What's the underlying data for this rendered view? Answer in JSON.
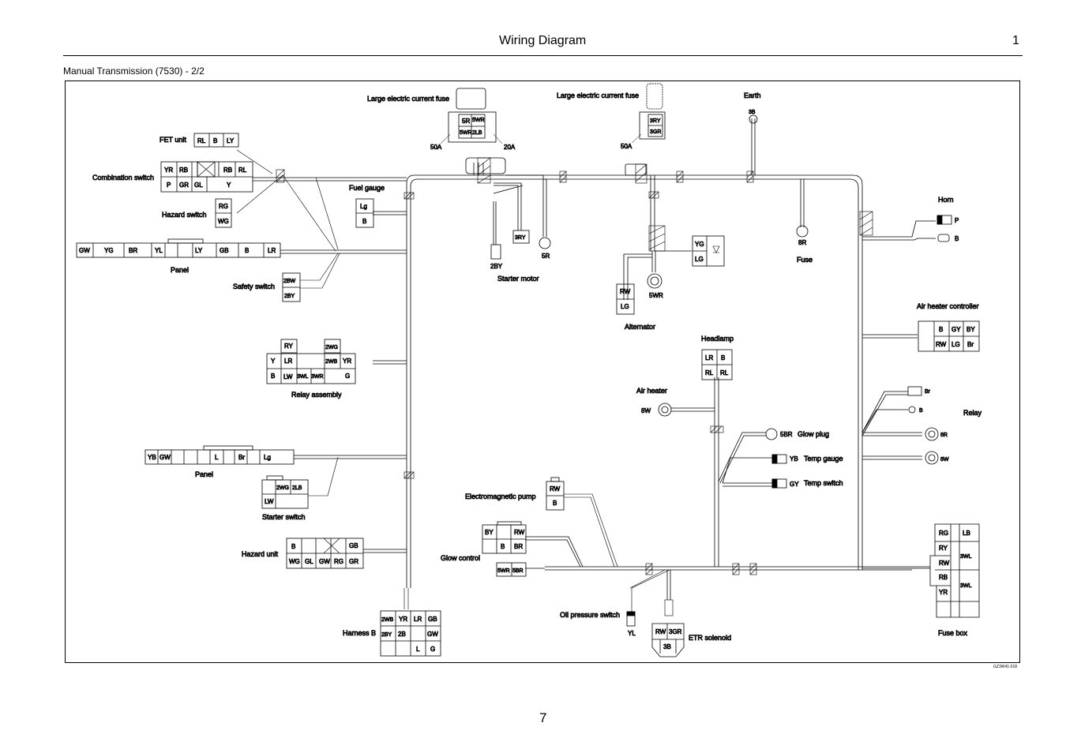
{
  "header": {
    "title": "Wiring Diagram",
    "page_number": "1"
  },
  "subtitle": "Manual Transmission (7530) - 2/2",
  "footer": {
    "figure_code": "GZ3W41-018",
    "page_number": "7"
  },
  "components": {
    "fuse1": {
      "label": "Large electric current fuse",
      "rating_left": "50A",
      "rating_right": "20A",
      "cells": [
        "5R",
        "5WR",
        "5WR",
        "2LB"
      ]
    },
    "fuse2": {
      "label": "Large electric current fuse",
      "rating": "50A",
      "cells": [
        "3RY",
        "3GR"
      ]
    },
    "earth": {
      "label": "Earth",
      "wire": "3B"
    },
    "fet_unit": {
      "label": "FET unit",
      "cells": [
        "RL",
        "B",
        "LY"
      ]
    },
    "combination_switch": {
      "label": "Combination switch",
      "row1": [
        "YR",
        "RB",
        "",
        "RB",
        "RL"
      ],
      "row2": [
        "P",
        "GR",
        "GL",
        "",
        "Y"
      ]
    },
    "hazard_switch": {
      "label": "Hazard switch",
      "cells": [
        "RG",
        "WG"
      ]
    },
    "fuel_gauge": {
      "label": "Fuel gauge",
      "cells": [
        "Lg",
        "B"
      ]
    },
    "panel1": {
      "label": "Panel",
      "cells": [
        "GW",
        "YG",
        "BR",
        "YL",
        "",
        "LY",
        "GB",
        "B",
        "LR"
      ]
    },
    "safety_switch": {
      "label": "Safety switch",
      "cells": [
        "2BW",
        "2BY"
      ]
    },
    "starter_motor": {
      "label": "Starter motor",
      "wires": [
        "3RY",
        "5R",
        "2BY"
      ]
    },
    "alternator": {
      "label": "Alternator",
      "wires": [
        "YG",
        "LG",
        "RW",
        "LG",
        "5WR"
      ]
    },
    "fuse_8r": {
      "label": "Fuse",
      "wire": "8R"
    },
    "horn": {
      "label": "Horn",
      "wires": [
        "P",
        "B"
      ]
    },
    "air_heater_controller": {
      "label": "Air heater controller",
      "row1": [
        "B",
        "GY",
        "BY"
      ],
      "row2": [
        "RW",
        "LG",
        "Br"
      ]
    },
    "relay_assembly": {
      "label": "Relay assembly",
      "top": [
        "RY",
        "2WG"
      ],
      "mid": [
        "Y",
        "LR",
        "2WB",
        "YR"
      ],
      "bot": [
        "B",
        "LW",
        "3WL",
        "3WR",
        "G"
      ]
    },
    "headlamp": {
      "label": "Headlamp",
      "cells": [
        "LR",
        "B",
        "RL",
        "RL"
      ]
    },
    "air_heater": {
      "label": "Air heater",
      "wire": "8W"
    },
    "relay": {
      "label": "Relay",
      "wires": [
        "Br",
        "B",
        "8R",
        "8W"
      ]
    },
    "glow_plug": {
      "label": "Glow plug",
      "wire": "5BR"
    },
    "temp_gauge": {
      "label": "Temp gauge",
      "wire": "YB"
    },
    "temp_switch": {
      "label": "Temp switch",
      "wire": "GY"
    },
    "panel2": {
      "label": "Panel",
      "cells": [
        "YB",
        "GW",
        "",
        "",
        "L",
        "",
        "Br",
        "",
        "Lg"
      ]
    },
    "starter_switch": {
      "label": "Starter switch",
      "cells": [
        "2WG",
        "2LB",
        "LW"
      ]
    },
    "electromagnetic_pump": {
      "label": "Electromagnetic pump",
      "cells": [
        "RW",
        "B"
      ]
    },
    "hazard_unit": {
      "label": "Hazard unit",
      "row1": [
        "B",
        "",
        "",
        "",
        "GB"
      ],
      "row2": [
        "WG",
        "GL",
        "GW",
        "RG",
        "GR"
      ]
    },
    "glow_control": {
      "label": "Glow control",
      "row1": [
        "BY",
        "",
        "RW"
      ],
      "row2": [
        "",
        "B",
        "BR"
      ],
      "row3": [
        "5WR",
        "5BR"
      ]
    },
    "oil_pressure_switch": {
      "label": "Oil pressure switch",
      "wire": "YL"
    },
    "etr_solenoid": {
      "label": "ETR solenoid",
      "cells": [
        "RW",
        "3GR",
        "3B"
      ]
    },
    "fuse_box": {
      "label": "Fuse box",
      "left": [
        "RG",
        "RY",
        "RW",
        "RB",
        "YR"
      ],
      "right": [
        "LB",
        "3WL",
        "3WL"
      ]
    },
    "harness_b": {
      "label": "Harness B",
      "row1": [
        "2WB",
        "YR",
        "LR",
        "GB"
      ],
      "row2": [
        "2BY",
        "2B",
        "",
        "GW"
      ],
      "row3": [
        "",
        "",
        "L",
        "G"
      ]
    }
  }
}
